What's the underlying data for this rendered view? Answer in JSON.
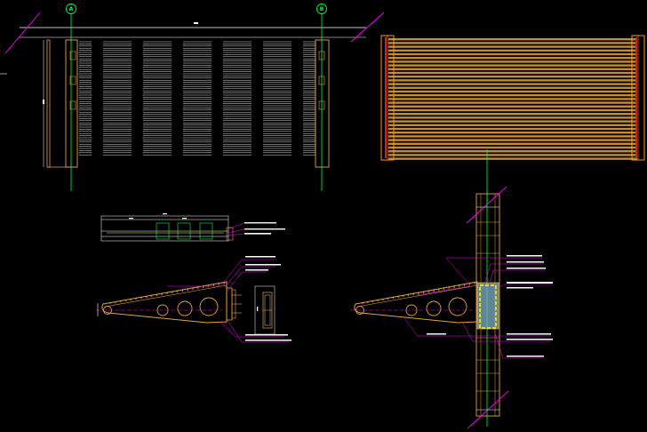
{
  "drawing": {
    "background": "#000000",
    "colors": {
      "structure": "#e8a33a",
      "annotation": "#ff00ff",
      "axis": "#00ff40",
      "dimension": "#ffffff",
      "hatch": "#ffffff",
      "highlight": "#ffff00",
      "steel": "#7fb2c8"
    },
    "axes": [
      {
        "id": "A",
        "label": "A"
      },
      {
        "id": "B",
        "label": "B"
      }
    ]
  }
}
